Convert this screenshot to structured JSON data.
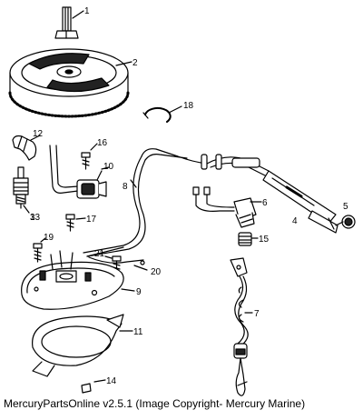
{
  "diagram": {
    "callouts": {
      "c1": "1",
      "c2": "2",
      "c3": "3",
      "c4": "4",
      "c5": "5",
      "c6": "6",
      "c7": "7",
      "c8": "8",
      "c9": "9",
      "c10": "10",
      "c11": "11",
      "c12": "12",
      "c13": "13",
      "c14": "14",
      "c15": "15",
      "c16": "16",
      "c17": "17",
      "c18": "18",
      "c19": "19",
      "c20": "20",
      "c21": "21"
    },
    "caption": "MercuryPartsOnline v2.5.1 (Image Copyright- Mercury Marine)"
  }
}
